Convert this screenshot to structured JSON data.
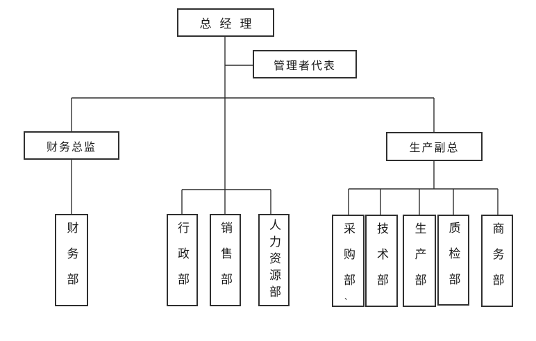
{
  "diagram_type": "organizational-chart",
  "colors": {
    "background": "#ffffff",
    "line": "#2f2f2f",
    "text": "#1a1a1a"
  },
  "nodes": {
    "ceo": {
      "label": "总经理"
    },
    "rep": {
      "label": "管理者代表"
    },
    "finance_director": {
      "label": "财务总监"
    },
    "production_vp": {
      "label": "生产副总"
    },
    "finance_dept": {
      "label": "财务部"
    },
    "admin_dept": {
      "label": "行政部"
    },
    "sales_dept": {
      "label": "销售部"
    },
    "hr_dept": {
      "label": "人力资源部"
    },
    "purchasing_dept": {
      "label": "采购部",
      "mark": "、"
    },
    "tech_dept": {
      "label": "技术部"
    },
    "production_dept": {
      "label": "生产部"
    },
    "qc_dept": {
      "label": "质检部"
    },
    "commerce_dept": {
      "label": "商务部"
    }
  },
  "hierarchy": {
    "root": "总经理",
    "staff_of_root": "管理者代表",
    "root_children": [
      "财务总监",
      "行政部",
      "销售部",
      "人力资源部",
      "生产副总"
    ],
    "finance_director_children": [
      "财务部"
    ],
    "production_vp_children": [
      "采购部",
      "技术部",
      "生产部",
      "质检部",
      "商务部"
    ]
  }
}
